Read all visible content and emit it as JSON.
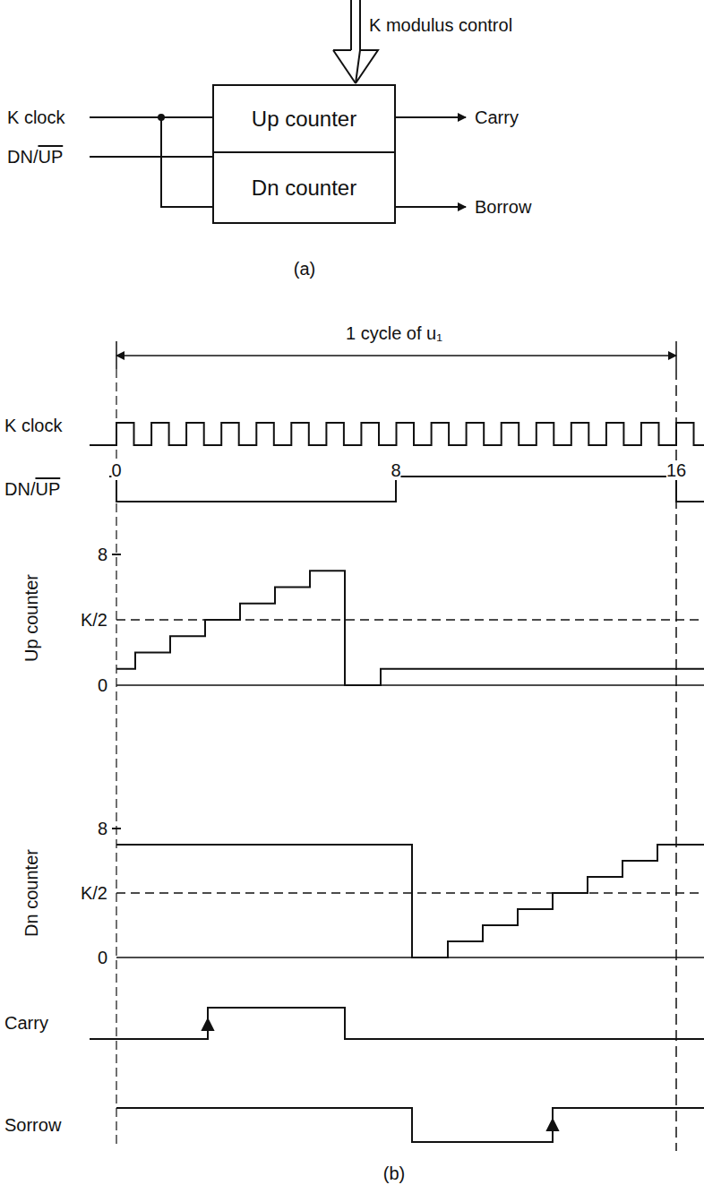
{
  "diagram": {
    "nodes": [
      {
        "text": [
          "Up counter"
        ]
      },
      {
        "text": [
          "Dn counter"
        ]
      }
    ],
    "labels": [
      "K modulus control",
      "K clock",
      "DN/UP",
      "Carry",
      "Borrow",
      "(a)",
      "1 cycle of u₁",
      "K clock",
      "0",
      "8",
      "16",
      "DN/UP",
      "8",
      "K/2",
      "0",
      "Up counter",
      "8",
      "K/2",
      "0",
      "Dn counter",
      "Carry",
      "Sorrow",
      "(b)"
    ]
  }
}
